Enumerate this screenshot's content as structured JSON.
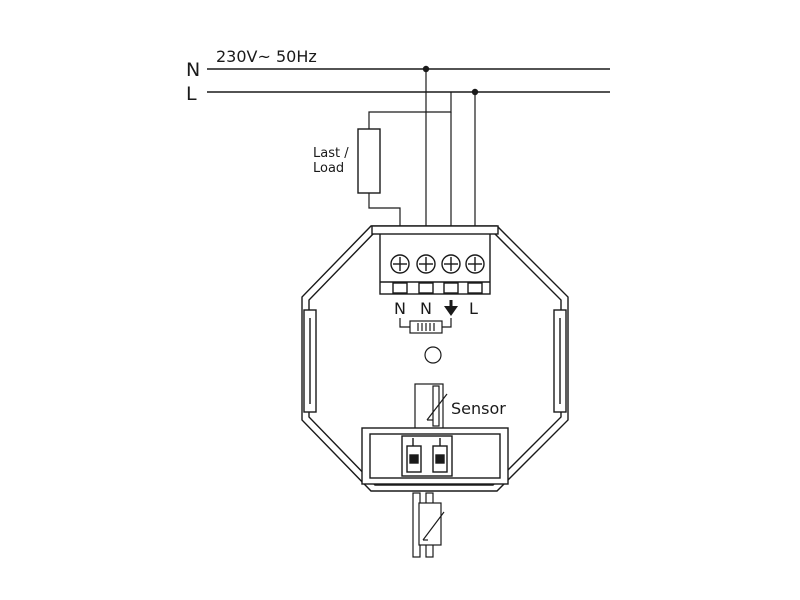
{
  "lines": {
    "n_label": "N",
    "l_label": "L",
    "supply_label": "230V~ 50Hz"
  },
  "load": {
    "label_line1": "Last /",
    "label_line2": "Load"
  },
  "terminals": {
    "t1": "N",
    "t2": "N",
    "t4": "L"
  },
  "sensor": {
    "label": "Sensor"
  },
  "colors": {
    "stroke": "#1a1a1a",
    "background": "#ffffff"
  }
}
